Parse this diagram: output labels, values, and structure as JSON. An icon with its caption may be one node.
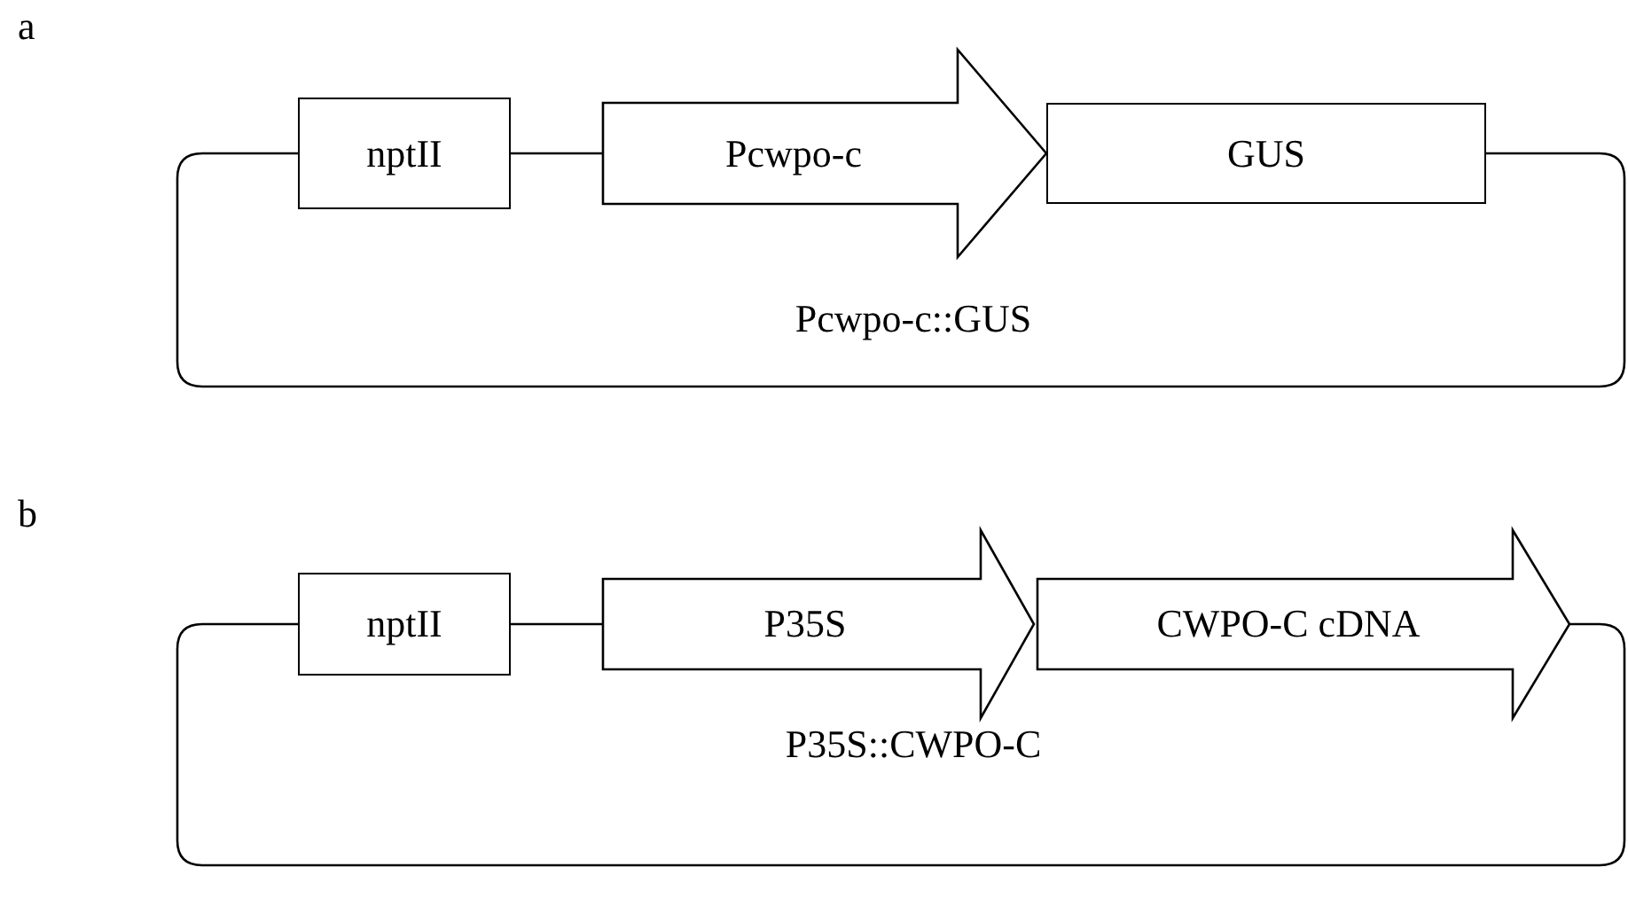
{
  "diagram": {
    "nodes": [
      {
        "text": [
          "nptII"
        ]
      },
      {
        "text": [
          "Pcwpo-c"
        ]
      },
      {
        "text": [
          "GUS"
        ]
      },
      {
        "text": [
          "nptII"
        ]
      },
      {
        "text": [
          "P35S"
        ]
      },
      {
        "text": [
          "CWPO-C cDNA"
        ]
      }
    ],
    "edges": [
      {
        "from": 0,
        "to": 1,
        "arrow": "none"
      },
      {
        "from": 2,
        "to": 0,
        "arrow": "none"
      },
      {
        "from": 3,
        "to": 4,
        "arrow": "none"
      },
      {
        "from": 5,
        "to": 3,
        "arrow": "none"
      }
    ],
    "labels": [
      "a",
      "Pcwpo-c::GUS",
      "b",
      "P35S::CWPO-C"
    ]
  }
}
